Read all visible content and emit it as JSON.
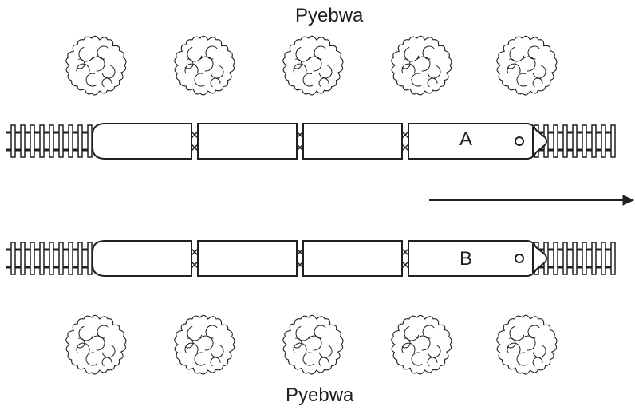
{
  "labels": {
    "top": "Pyebwa",
    "bottom": "Pyebwa"
  },
  "trains": [
    {
      "letter": "A"
    },
    {
      "letter": "B"
    }
  ],
  "colors": {
    "stroke": "#231f20",
    "background": "#ffffff"
  },
  "icons": {
    "tree": "tree-icon",
    "arrow": "arrow-right-icon"
  }
}
